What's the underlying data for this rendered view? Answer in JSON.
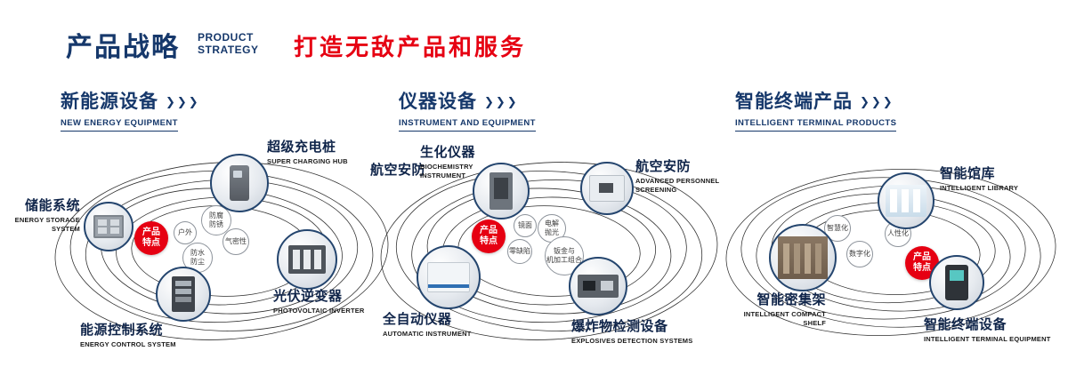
{
  "header": {
    "title": "产品战略",
    "subtitle": "PRODUCT\nSTRATEGY",
    "slogan": "打造无敌产品和服务"
  },
  "ui": {
    "arrow_icon": "❯❯❯",
    "navy": "#16386b",
    "red": "#e60012"
  },
  "sections": [
    {
      "title": "新能源设备",
      "subtitle": "NEW ENERGY EQUIPMENT",
      "badge": "产品\n特点",
      "features": [
        {
          "label": "户外"
        },
        {
          "label": "防腐\n防锈"
        },
        {
          "label": "防水\n防尘"
        },
        {
          "label": "气密性"
        }
      ],
      "products": [
        {
          "name": "超级充电桩",
          "en": "SUPER CHARGING HUB"
        },
        {
          "name": "储能系统",
          "en": "ENERGY STORAGE\nSYSTEM"
        },
        {
          "name": "光伏逆变器",
          "en": "PHOTOVOLTAIC INVERTER"
        },
        {
          "name": "能源控制系统",
          "en": "ENERGY CONTROL SYSTEM"
        }
      ]
    },
    {
      "title": "仪器设备",
      "subtitle": "INSTRUMENT AND EQUIPMENT",
      "badge": "产品\n特点",
      "side_label": "航空安防",
      "features": [
        {
          "label": "镜面"
        },
        {
          "label": "电解\n抛光"
        },
        {
          "label": "零缺陷"
        },
        {
          "label": "钣金与\n机加工组合"
        }
      ],
      "products": [
        {
          "name": "生化仪器",
          "en": "BIOCHEMISTRY\nINSTRUMENT"
        },
        {
          "name": "航空安防",
          "en": "ADVANCED PERSONNEL\nSCREENING"
        },
        {
          "name": "全自动仪器",
          "en": "AUTOMATIC INSTRUMENT"
        },
        {
          "name": "爆炸物检测设备",
          "en": "EXPLOSIVES DETECTION SYSTEMS"
        }
      ]
    },
    {
      "title": "智能终端产品",
      "subtitle": "INTELLIGENT TERMINAL PRODUCTS",
      "badge": "产品\n特点",
      "features": [
        {
          "label": "智慧化"
        },
        {
          "label": "人性化"
        },
        {
          "label": "数字化"
        }
      ],
      "products": [
        {
          "name": "智能馆库",
          "en": "INTELLIGENT LIBRARY"
        },
        {
          "name": "智能密集架",
          "en": "INTELLIGENT COMPACT\nSHELF"
        },
        {
          "name": "智能终端设备",
          "en": "INTELLIGENT TERMINAL EQUIPMENT"
        }
      ]
    }
  ]
}
